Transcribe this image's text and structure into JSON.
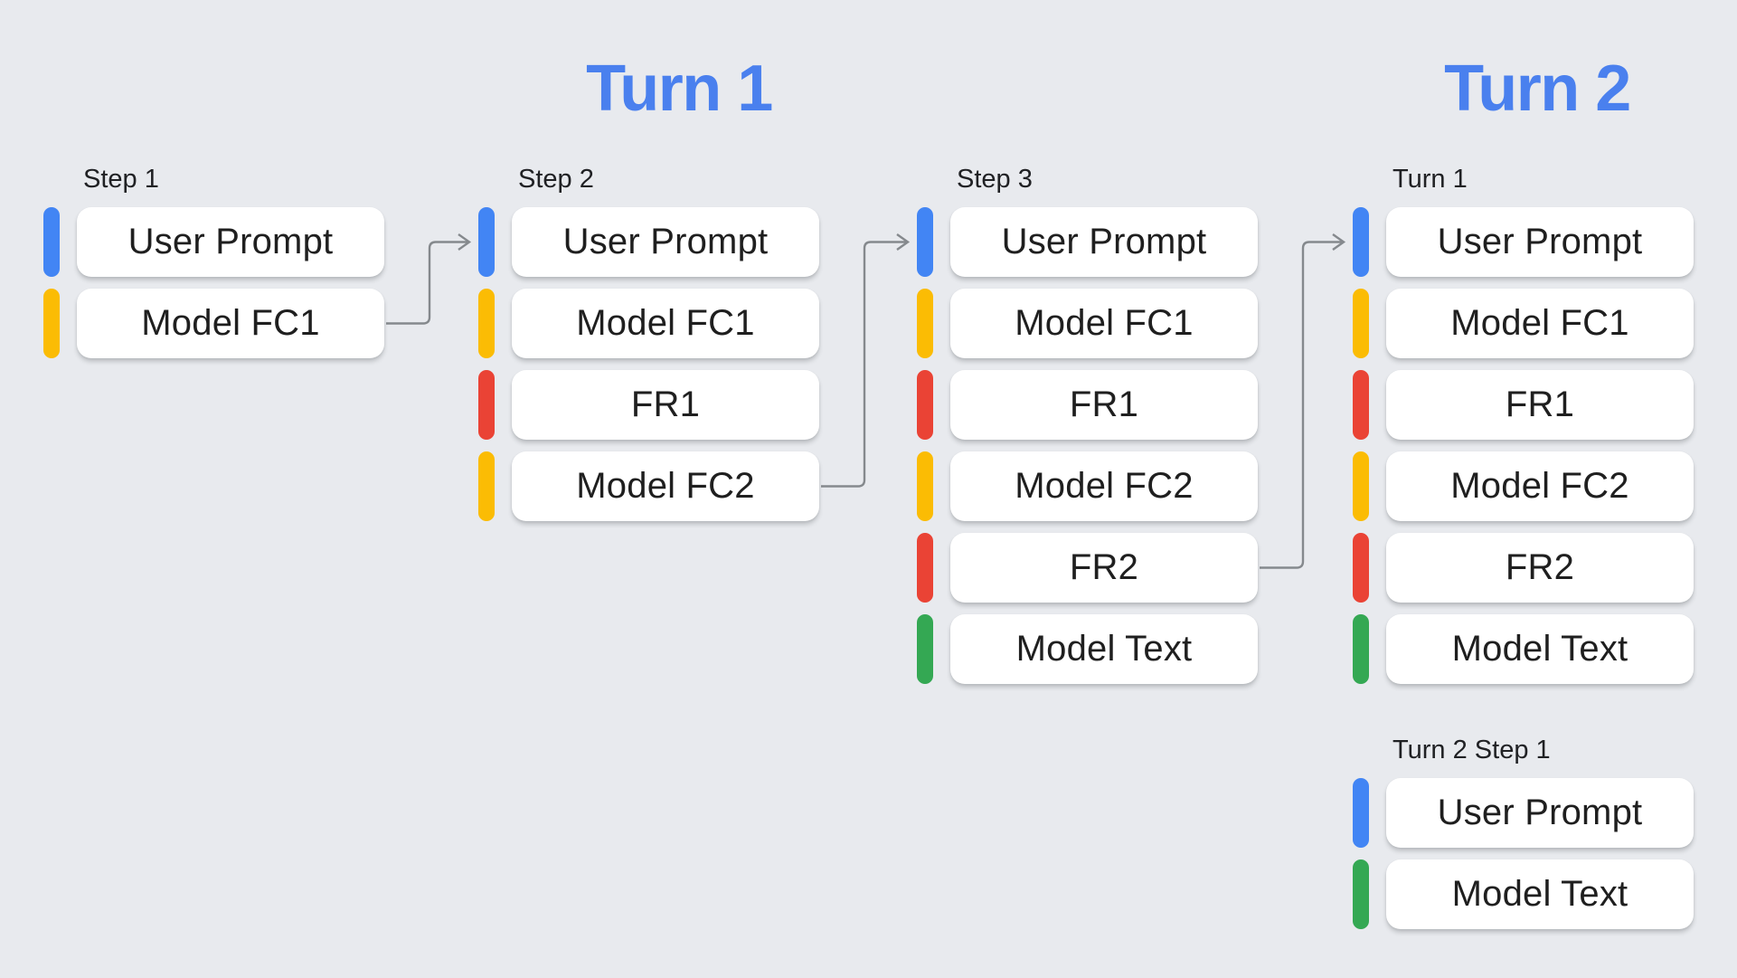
{
  "titles": {
    "turn1": "Turn 1",
    "turn2": "Turn 2"
  },
  "colors": {
    "background": "#E8EAEE",
    "title_blue": "#4A80EE",
    "arrow": "#85898D",
    "box_background": "#FFFFFF",
    "box_text": "#1F1F1F",
    "label_text": "#202124",
    "blue": "#4285F4",
    "yellow": "#FBBC04",
    "red": "#EA4335",
    "green": "#34A853"
  },
  "columns": [
    {
      "label": "Step 1",
      "items": [
        {
          "text": "User Prompt",
          "color": "blue"
        },
        {
          "text": "Model FC1",
          "color": "yellow"
        }
      ]
    },
    {
      "label": "Step 2",
      "items": [
        {
          "text": "User Prompt",
          "color": "blue"
        },
        {
          "text": "Model FC1",
          "color": "yellow"
        },
        {
          "text": "FR1",
          "color": "red"
        },
        {
          "text": "Model FC2",
          "color": "yellow"
        }
      ]
    },
    {
      "label": "Step 3",
      "items": [
        {
          "text": "User Prompt",
          "color": "blue"
        },
        {
          "text": "Model FC1",
          "color": "yellow"
        },
        {
          "text": "FR1",
          "color": "red"
        },
        {
          "text": "Model FC2",
          "color": "yellow"
        },
        {
          "text": "FR2",
          "color": "red"
        },
        {
          "text": "Model Text",
          "color": "green"
        }
      ]
    },
    {
      "label": "Turn 1",
      "items": [
        {
          "text": "User Prompt",
          "color": "blue"
        },
        {
          "text": "Model FC1",
          "color": "yellow"
        },
        {
          "text": "FR1",
          "color": "red"
        },
        {
          "text": "Model FC2",
          "color": "yellow"
        },
        {
          "text": "FR2",
          "color": "red"
        },
        {
          "text": "Model Text",
          "color": "green"
        }
      ]
    },
    {
      "label": "Turn 2 Step 1",
      "items": [
        {
          "text": "User Prompt",
          "color": "blue"
        },
        {
          "text": "Model Text",
          "color": "green"
        }
      ]
    }
  ],
  "arrows": [
    {
      "from": {
        "column": 0,
        "item": 1
      },
      "to": {
        "column": 1,
        "item": 0
      }
    },
    {
      "from": {
        "column": 1,
        "item": 3
      },
      "to": {
        "column": 2,
        "item": 0
      }
    },
    {
      "from": {
        "column": 2,
        "item": 4
      },
      "to": {
        "column": 3,
        "item": 0
      }
    }
  ]
}
